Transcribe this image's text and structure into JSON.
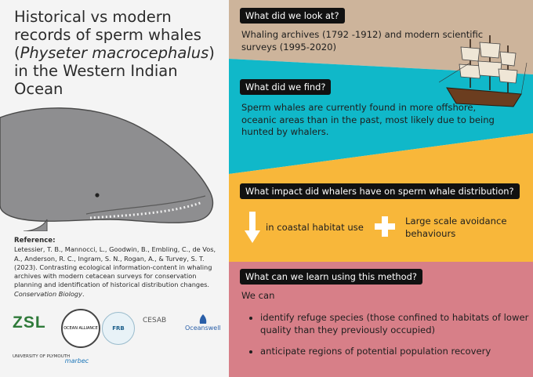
{
  "title": {
    "line1": "Historical vs modern records of sperm whales (",
    "species": "Physeter macrocephalus",
    "line2": ") in the Western Indian Ocean"
  },
  "reference": {
    "heading": "Reference:",
    "body": "Letessier, T. B., Mannocci, L., Goodwin, B., Embling, C., de Vos, A., Anderson, R. C., Ingram, S. N., Rogan, A., & Turvey, S. T. (2023). Contrasting ecological information-content in whaling archives with modern cetacean surveys for conservation planning and identification of historical distribution changes. ",
    "journal": "Conservation Biology",
    "tail": "."
  },
  "logos": {
    "zsl": "ZSL",
    "ocean_alliance": "OCEAN ALLIANCE",
    "frb": "FRB",
    "cesab": "CESAB",
    "oceanswell": "Oceanswell",
    "plymouth": "UNIVERSITY OF PLYMOUTH",
    "marbec": "marbec"
  },
  "sections": {
    "looked": {
      "label": "What did we look at?",
      "text": "Whaling archives (1792 -1912) and modern scientific surveys (1995-2020)"
    },
    "found": {
      "label": "What did we find?",
      "text": "Sperm whales are currently found in more offshore, oceanic areas than in the past, most likely due to being hunted by whalers."
    },
    "impact": {
      "label": "What impact did whalers have on sperm whale distribution?",
      "coastal": "in coastal habitat use",
      "avoidance": "Large scale avoidance behaviours"
    },
    "learn": {
      "label": "What can we learn using this method?",
      "intro": "We can",
      "bullets": [
        "identify refuge species (those confined to habitats of lower quality than they previously occupied)",
        "anticipate regions of potential population recovery"
      ]
    }
  },
  "colors": {
    "tan": "#cdb49b",
    "cyan": "#10b8c9",
    "yellow": "#f8b73a",
    "pink": "#d77f88",
    "label_bg": "#111111",
    "left_bg": "#f4f4f4"
  },
  "icons": [
    "whale-illustration",
    "ship-illustration",
    "down-arrow-icon",
    "plus-icon"
  ]
}
